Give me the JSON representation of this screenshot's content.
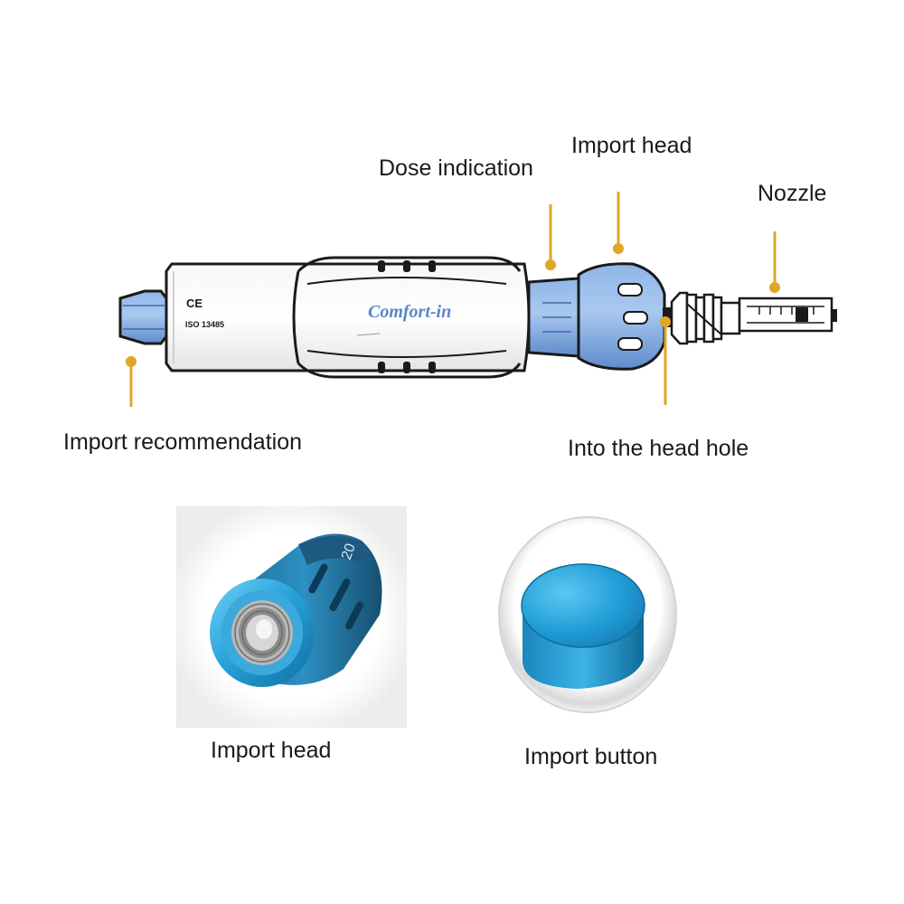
{
  "labels": {
    "dose_indication": "Dose indication",
    "import_head_top": "Import head",
    "nozzle": "Nozzle",
    "import_recommendation": "Import recommendation",
    "into_head_hole": "Into the head hole",
    "import_head_bottom": "Import head",
    "import_button": "Import button"
  },
  "device_markings": {
    "brand": "Comfort-in",
    "ce_mark": "CE",
    "iso": "ISO 13485"
  },
  "head_scale_numbers": "20",
  "colors": {
    "pen_blue": "#7fa9de",
    "pen_body": "#f2f2f2",
    "outline": "#1a1a1a",
    "pointer": "#e0a626",
    "metal_blue": "#2aa3dc",
    "text": "#1a1a1a"
  }
}
